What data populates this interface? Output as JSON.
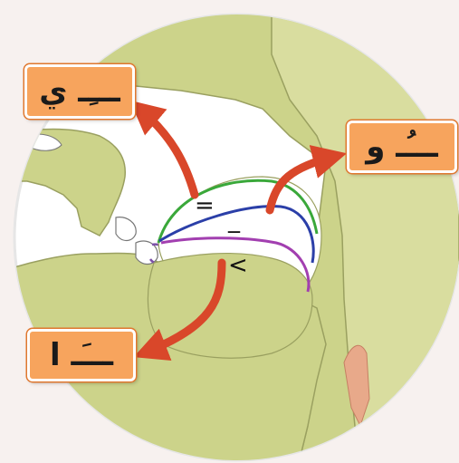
{
  "labels": {
    "ya": "ـــِـ ي",
    "waw": "ـــُـ و",
    "alif": "ـــَـ ا"
  },
  "tongue_marks": {
    "ya": "=",
    "waw": "_",
    "alif": "<"
  },
  "colors": {
    "ya_curve": "#3aa83a",
    "waw_curve": "#2b3fa8",
    "alif_curve": "#a23fb0",
    "arrow": "#d9472a",
    "label_fill": "#f7a45d",
    "tissue": "#ccd38a"
  }
}
